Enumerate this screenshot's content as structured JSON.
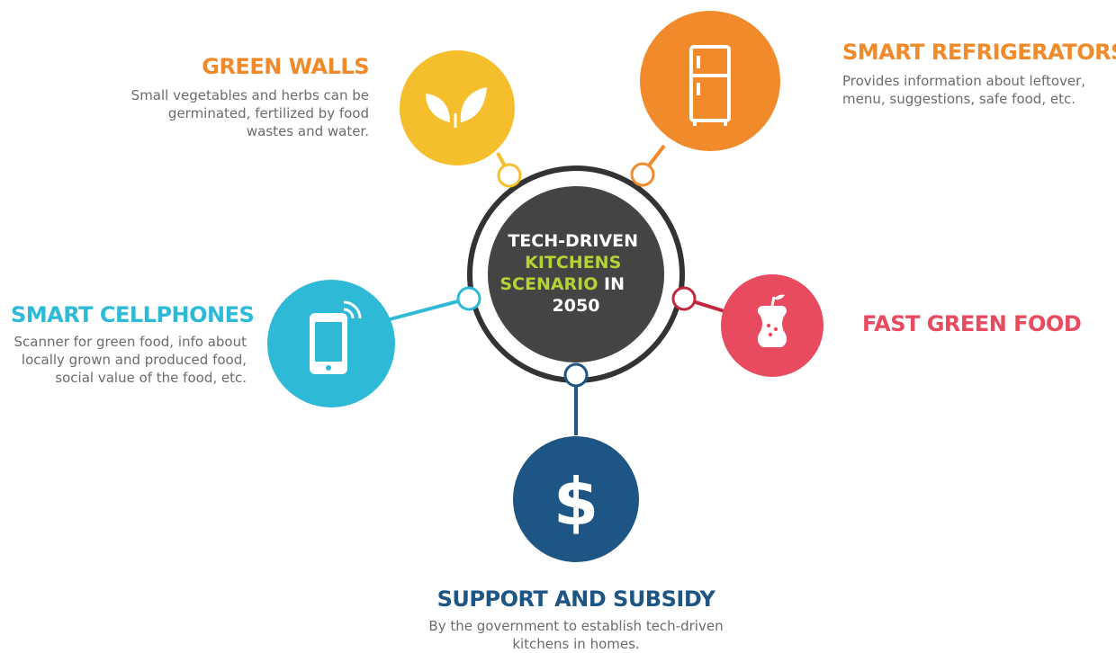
{
  "colors": {
    "green_walls": "#F5BE2C",
    "smart_refrigerators": "#F08A2A",
    "smart_cellphones": "#2EB9D6",
    "fast_green_food": "#E84B5F",
    "support_subsidy": "#1D5584",
    "hub": "#444444",
    "hub_accent": "#B4D334",
    "hub_ring": "#333333"
  },
  "center": {
    "line1": "TECH-DRIVEN",
    "line2": "KITCHENS",
    "line3a": "SCENARIO",
    "line3b": " IN",
    "line4": "2050"
  },
  "nodes": {
    "green_walls": {
      "title": "GREEN WALLS",
      "description": "Small vegetables and herbs can be germinated, fertilized by food wastes and water.",
      "icon": "leaves-icon"
    },
    "smart_refrigerators": {
      "title": "SMART REFRIGERATORS",
      "description": "Provides information about leftover, menu, suggestions, safe food, etc.",
      "icon": "refrigerator-icon"
    },
    "smart_cellphones": {
      "title": "SMART CELLPHONES",
      "description": "Scanner for green food, info about locally grown and produced food, social value of the food, etc.",
      "icon": "smartphone-icon"
    },
    "fast_green_food": {
      "title": "FAST GREEN FOOD",
      "icon": "apple-core-icon"
    },
    "support_subsidy": {
      "title": "SUPPORT AND SUBSIDY",
      "description": "By the government to establish tech-driven kitchens in homes.",
      "icon": "dollar-icon"
    }
  }
}
